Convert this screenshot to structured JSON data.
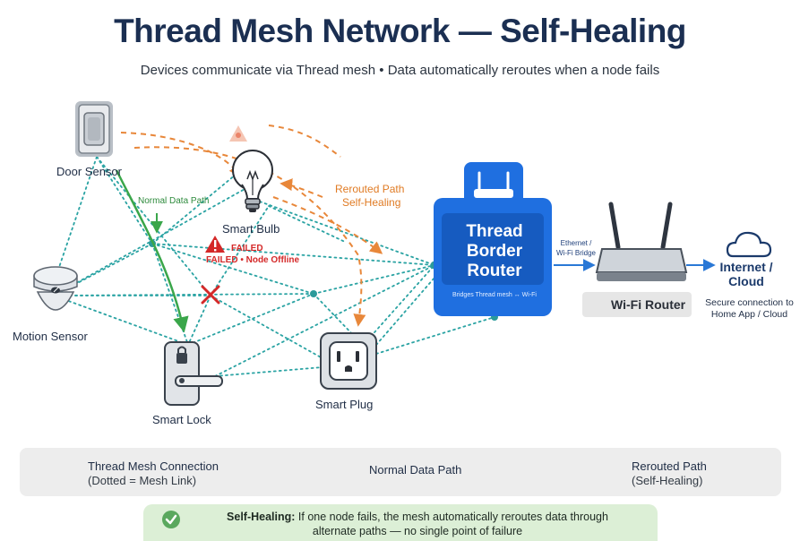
{
  "title": "Thread Mesh Network — Self-Healing",
  "subtitle": "Devices communicate via Thread mesh • Data automatically reroutes when a node fails",
  "nodes": {
    "door_sensor": "Door Sensor",
    "motion_sensor": "Motion Sensor",
    "smart_bulb": "Smart Bulb",
    "smart_lock": "Smart Lock",
    "smart_plug": "Smart Plug"
  },
  "annotations": {
    "normal_path": "Normal Data Path",
    "failed_line1": "FAILED",
    "failed_line2": "FAILED • Node Offline",
    "rerouted_line1": "Rerouted Path",
    "rerouted_line2": "Self-Healing"
  },
  "border_router": {
    "title_line1": "Thread",
    "title_line2": "Border",
    "title_line3": "Router",
    "subtitle": "Bridges Thread mesh ↔ Wi-Fi"
  },
  "ethernet_label": {
    "line1": "Ethernet /",
    "line2": "Wi-Fi Bridge"
  },
  "wifi_router": {
    "label": "Wi-Fi Router"
  },
  "cloud": {
    "title_line1": "Internet /",
    "title_line2": "Cloud",
    "sub_line1": "Secure connection to",
    "sub_line2": "Home App / Cloud"
  },
  "legend": {
    "mesh_title": "Thread Mesh Connection",
    "mesh_sub": "(Dotted = Mesh Link)",
    "normal_title": "Normal Data Path",
    "rerouted_title": "Rerouted Path",
    "rerouted_sub": "(Self-Healing)"
  },
  "note": {
    "bold": "Self-Healing:",
    "line1": " If one node fails, the mesh automatically reroutes data through",
    "line2": "alternate paths — no single point of failure"
  },
  "colors": {
    "mesh": "#2aa3a3",
    "normal": "#3aa64a",
    "rerouted": "#e8873a",
    "failed": "#d42828",
    "router_blue": "#1f6fe0",
    "title": "#1b2f52"
  },
  "icons": [
    "door-sensor-icon",
    "motion-sensor-icon",
    "lightbulb-icon",
    "smart-lock-icon",
    "smart-plug-icon",
    "warning-icon",
    "wifi-router-icon",
    "cloud-icon",
    "check-icon",
    "wifi-icon",
    "x-mark-icon"
  ]
}
